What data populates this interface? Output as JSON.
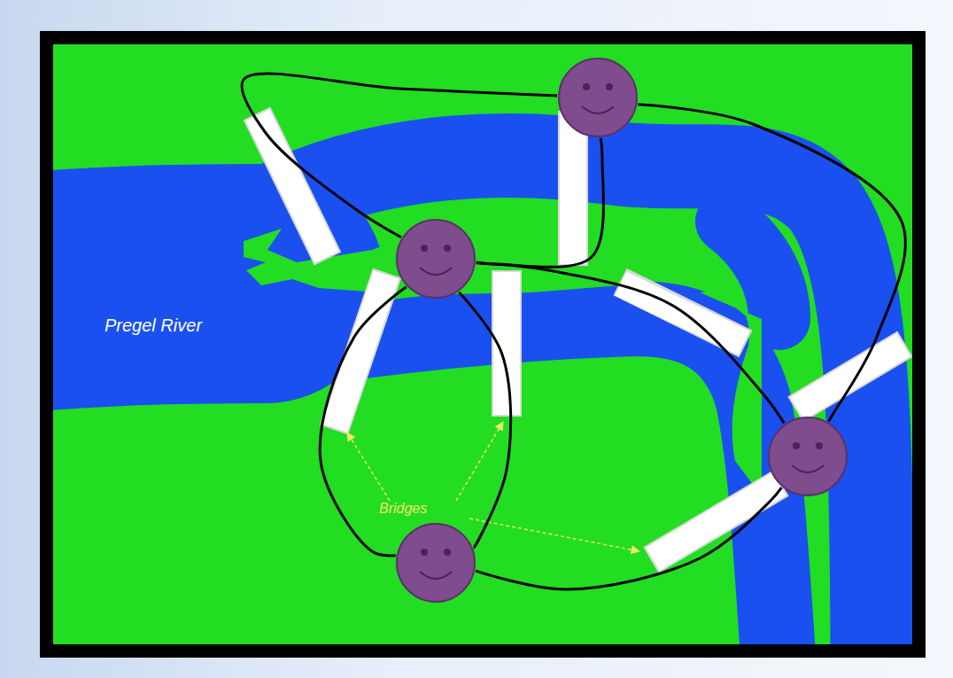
{
  "diagram": {
    "nodes": [
      {
        "text": []
      },
      {
        "text": []
      },
      {
        "text": []
      },
      {
        "text": []
      }
    ],
    "edges": [
      {
        "from": 0,
        "to": 1,
        "arrow": "none"
      },
      {
        "from": 0,
        "to": 1,
        "arrow": "none"
      },
      {
        "from": 1,
        "to": 3,
        "arrow": "none"
      },
      {
        "from": 1,
        "to": 3,
        "arrow": "none"
      },
      {
        "from": 1,
        "to": 2,
        "arrow": "none"
      },
      {
        "from": 0,
        "to": 2,
        "arrow": "none"
      },
      {
        "from": 3,
        "to": 2,
        "arrow": "none"
      }
    ],
    "labels": [
      "Pregel River",
      "Bridges"
    ]
  }
}
